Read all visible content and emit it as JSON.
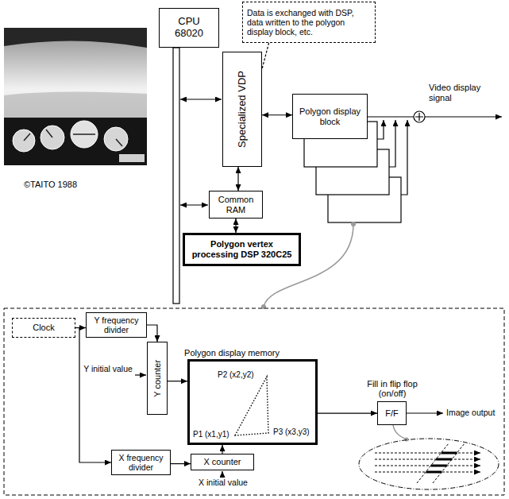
{
  "diagram": {
    "nodes": [
      {
        "text": [
          "CPU 68020"
        ]
      },
      {
        "text": [
          "Data is exchanged with DSP, data written to the polygon display block, etc."
        ]
      },
      {
        "text": [
          "Specialized VDP"
        ]
      },
      {
        "text": [
          "Polygon display block"
        ]
      },
      {
        "text": [
          "Common RAM"
        ]
      },
      {
        "text": [
          "Polygon vertex processing DSP 320C25"
        ]
      },
      {
        "text": [
          "Clock"
        ]
      },
      {
        "text": [
          "Y frequency divider"
        ]
      },
      {
        "text": [
          "Y counter"
        ]
      },
      {
        "text": [
          "Polygon display memory"
        ]
      },
      {
        "text": [
          "X frequency divider"
        ]
      },
      {
        "text": [
          "X counter"
        ]
      },
      {
        "text": [
          "Fill in flip flop (on/off)",
          "F/F"
        ]
      }
    ],
    "edges": [
      {
        "from": 1,
        "to": 2,
        "arrow": "none"
      },
      {
        "from": 2,
        "to": 3,
        "arrow": "both"
      },
      {
        "from": 2,
        "to": 4,
        "arrow": "both"
      },
      {
        "from": 4,
        "to": 5,
        "arrow": "both"
      },
      {
        "from": 6,
        "to": 7,
        "arrow": "to"
      },
      {
        "from": 6,
        "to": 10,
        "arrow": "to"
      },
      {
        "from": 7,
        "to": 8,
        "arrow": "to"
      },
      {
        "from": 8,
        "to": 9,
        "arrow": "to"
      },
      {
        "from": 10,
        "to": 11,
        "arrow": "to"
      },
      {
        "from": 11,
        "to": 9,
        "arrow": "to"
      },
      {
        "from": 9,
        "to": 12,
        "arrow": "to"
      }
    ],
    "labels": [
      "©TAITO 1988",
      "Video display signal",
      "Y initial value",
      "X initial value",
      "P2 (x2,y2)",
      "P1 (x1,y1)",
      "P3 (x3,y3)",
      "Image output"
    ]
  }
}
